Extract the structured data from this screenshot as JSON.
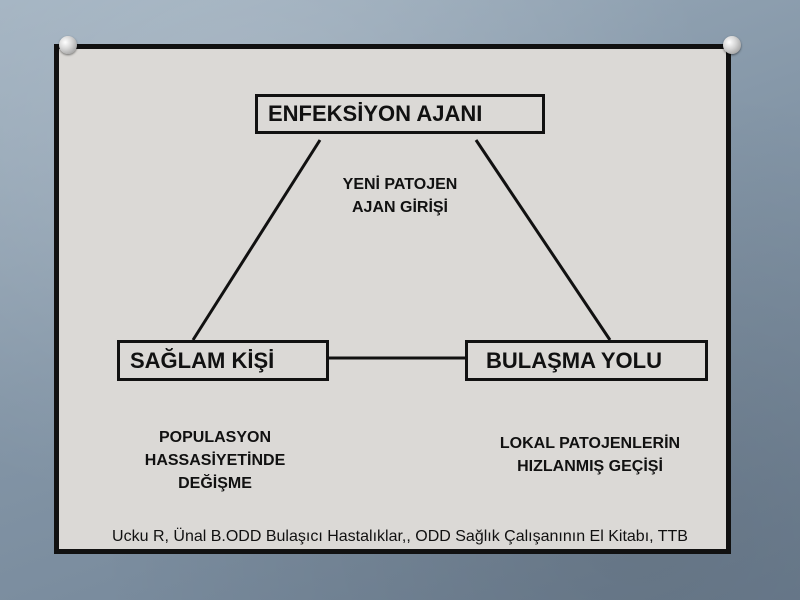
{
  "diagram": {
    "nodes": {
      "top": "ENFEKSİYON AJANI",
      "left": "SAĞLAM KİŞİ",
      "right": "BULAŞMA YOLU"
    },
    "annotations": {
      "top": [
        "YENİ PATOJEN",
        "AJAN GİRİŞİ"
      ],
      "left": [
        "POPULASYON",
        "HASSASİYETİNDE",
        "DEĞİŞME"
      ],
      "right": [
        "LOKAL PATOJENLERİN",
        "HIZLANMIŞ GEÇİŞİ"
      ]
    }
  },
  "citation": "Ucku R, Ünal B.ODD Bulaşıcı Hastalıklar,, ODD Sağlık Çalışanının El Kitabı, TTB"
}
